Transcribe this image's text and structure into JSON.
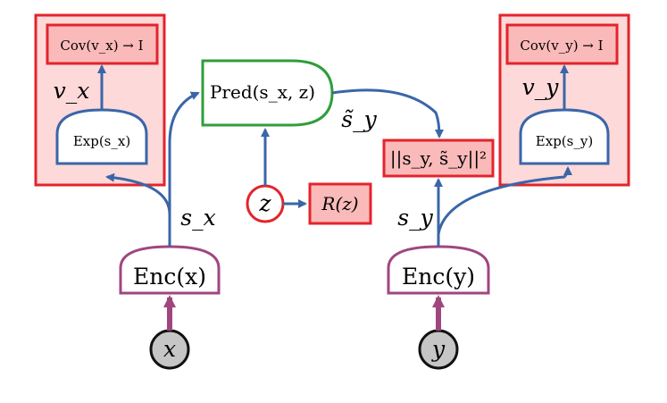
{
  "colors": {
    "red": "#e3242b",
    "pink_fill": "#fdd9d9",
    "box_fill": "#fbbaba",
    "blue": "#3a66a8",
    "green": "#2e9e3a",
    "purple": "#a0467f",
    "gray": "#c6c6c6",
    "black": "#111111"
  },
  "nodes": {
    "x": "x",
    "y": "y",
    "z": "z",
    "enc_x": "Enc(x)",
    "enc_y": "Enc(y)",
    "pred": "Pred(s_x, z)",
    "exp_x": "Exp(s_x)",
    "exp_y": "Exp(s_y)",
    "cov_x": "Cov(v_x) → I",
    "cov_y": "Cov(v_y) → I",
    "loss": "||s_y, s̃_y||²",
    "reg": "R(z)"
  },
  "labels": {
    "sx": "s_x",
    "sy": "s_y",
    "vx": "v_x",
    "vy": "v_y",
    "sy_tilde": "s̃_y"
  }
}
